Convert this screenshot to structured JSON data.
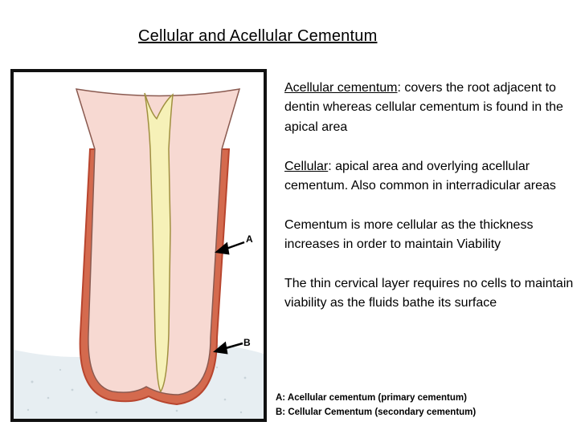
{
  "title": "Cellular and Acellular Cementum",
  "paragraphs": [
    {
      "term": "Acellular cementum",
      "rest": ": covers the root adjacent to dentin whereas cellular cementum is found in the apical area"
    },
    {
      "term": "Cellular",
      "rest": ":  apical area and overlying acellular cementum.  Also common in interradicular areas"
    },
    {
      "text": "Cementum is more cellular as the thickness increases in order to maintain Viability"
    },
    {
      "text": "The thin cervical layer requires no cells to maintain viability as the fluids bathe its surface"
    }
  ],
  "figure": {
    "labels": {
      "a": "A",
      "b": "B"
    },
    "colors": {
      "dentin": "#f7d9d2",
      "pulp": "#f6f1b8",
      "cementum": "#d46a4e",
      "cementum_dark": "#b8452e",
      "bone": "#e7eef2"
    }
  },
  "legend": {
    "a": "A: Acellular cementum (primary cementum)",
    "b": "B: Cellular Cementum (secondary cementum)"
  }
}
